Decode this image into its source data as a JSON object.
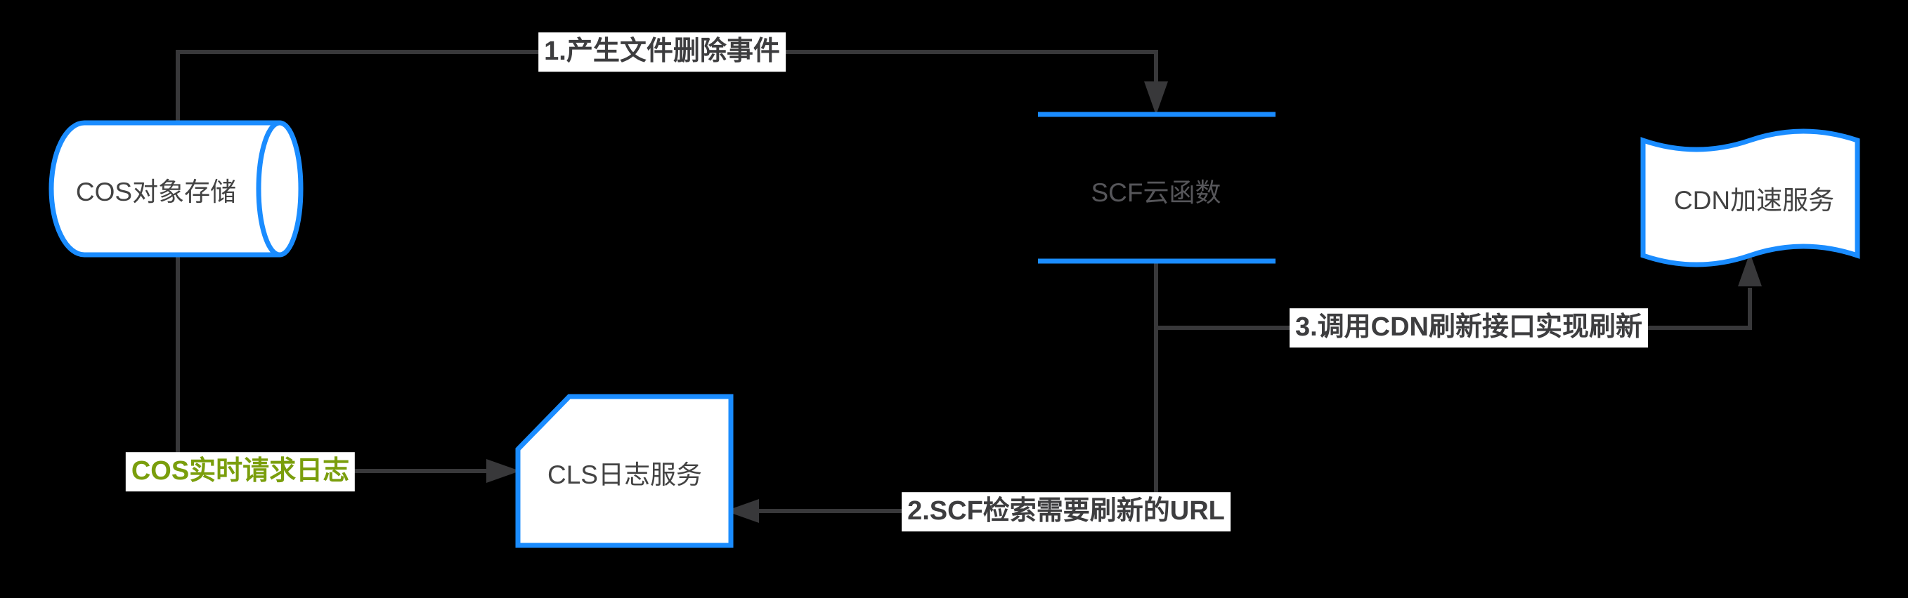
{
  "diagram": {
    "background": "#000000",
    "colors": {
      "accent_blue": "#1a8cff",
      "line_gray": "#38383a",
      "shape_fill": "#ffffff",
      "node_text": "#434343",
      "scf_text": "#56565a",
      "edge_label_text": "#3d3d3f",
      "edge_label_green": "#7a9e0c",
      "edge_label_bg": "#ffffff"
    },
    "nodes": {
      "cos": {
        "label": "COS对象存储",
        "shape": "horizontal-cylinder"
      },
      "scf": {
        "label": "SCF云函数",
        "shape": "horizontal-bars"
      },
      "cdn": {
        "label": "CDN加速服务",
        "shape": "wave-flag"
      },
      "cls": {
        "label": "CLS日志服务",
        "shape": "cut-corner-card"
      }
    },
    "edges": {
      "e1": {
        "label": "1.产生文件删除事件",
        "from": "cos",
        "to": "scf"
      },
      "elog": {
        "label": "COS实时请求日志",
        "from": "cos",
        "to": "cls"
      },
      "e2": {
        "label": "2.SCF检索需要刷新的URL",
        "from": "scf",
        "to": "cls"
      },
      "e3": {
        "label": "3.调用CDN刷新接口实现刷新",
        "from": "scf",
        "to": "cdn"
      }
    }
  }
}
